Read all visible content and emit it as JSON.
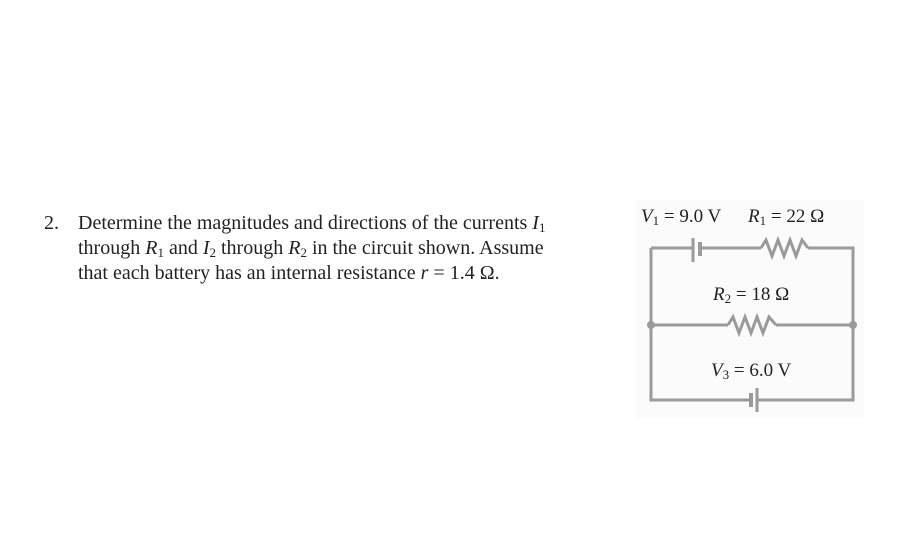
{
  "problem": {
    "number": "2.",
    "line1": {
      "text": "Determine the magnitudes and directions of the currents ",
      "var": "I",
      "sub": "1"
    },
    "line2": {
      "a": "through ",
      "v1": "R",
      "s1": "1",
      "b": " and ",
      "v2": "I",
      "s2": "2",
      "c": " through ",
      "v3": "R",
      "s3": "2",
      "d": " in the circuit shown.  Assume"
    },
    "line3": {
      "a": "that each battery has an internal resistance ",
      "v": "r",
      "b": " = 1.4 Ω."
    }
  },
  "circuit": {
    "v1": {
      "var": "V",
      "sub": "1",
      "value": " = 9.0 V"
    },
    "r1": {
      "var": "R",
      "sub": "1",
      "value": " = 22 Ω"
    },
    "r2": {
      "var": "R",
      "sub": "2",
      "value": " = 18 Ω"
    },
    "v3": {
      "var": "V",
      "sub": "3",
      "value": " = 6.0 V"
    },
    "wire_color": "#9a9a9a"
  }
}
